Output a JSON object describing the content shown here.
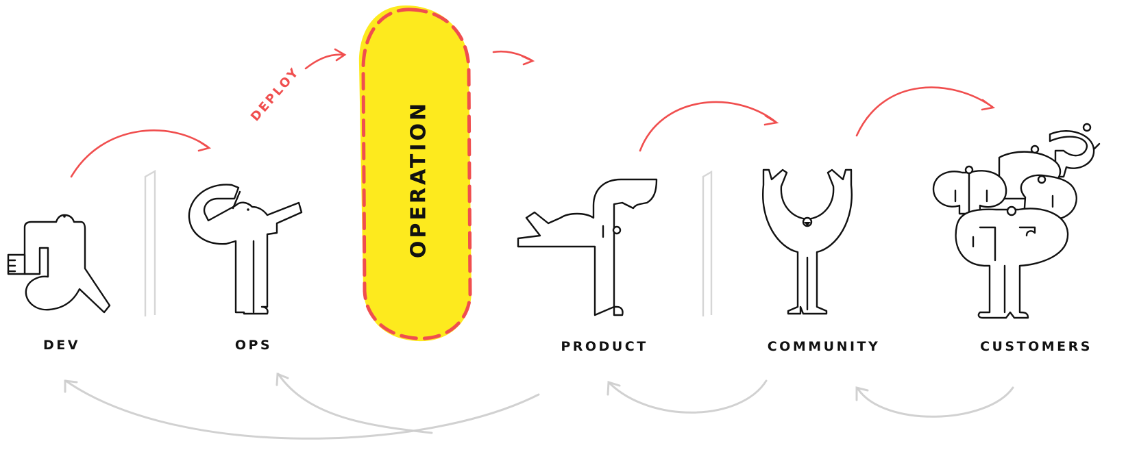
{
  "diagram": {
    "roles": [
      {
        "key": "dev",
        "label": "DEV"
      },
      {
        "key": "ops",
        "label": "OPS"
      },
      {
        "key": "product",
        "label": "PRODUCT"
      },
      {
        "key": "community",
        "label": "COMMUNITY"
      },
      {
        "key": "customers",
        "label": "CUSTOMERS"
      }
    ],
    "stage_label": "OPERATION",
    "flow_label": "DEPLOY",
    "colors": {
      "accent": "#f04e4e",
      "highlight": "#fdea1e",
      "feedback": "#cccccc",
      "divider": "#d6d6d6",
      "ink": "#111111"
    },
    "icons": {
      "dev": "running-person-icon",
      "ops": "pointing-person-icon",
      "product": "stretching-person-icon",
      "community": "arms-raised-person-icon",
      "customers": "crowd-icon"
    }
  }
}
